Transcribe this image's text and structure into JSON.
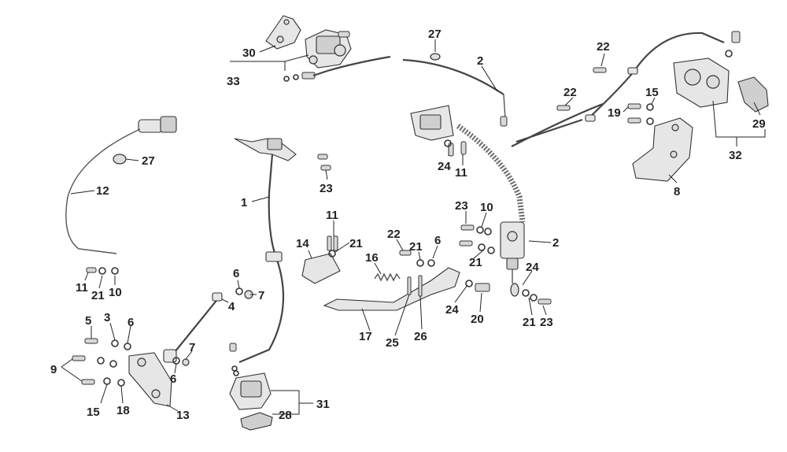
{
  "callouts": [
    {
      "id": "lbl-30",
      "text": "30"
    },
    {
      "id": "lbl-33",
      "text": "33"
    },
    {
      "id": "lbl-27a",
      "text": "27"
    },
    {
      "id": "lbl-2a",
      "text": "2"
    },
    {
      "id": "lbl-22a",
      "text": "22"
    },
    {
      "id": "lbl-22b",
      "text": "22"
    },
    {
      "id": "lbl-15a",
      "text": "15"
    },
    {
      "id": "lbl-19",
      "text": "19"
    },
    {
      "id": "lbl-29",
      "text": "29"
    },
    {
      "id": "lbl-32",
      "text": "32"
    },
    {
      "id": "lbl-8",
      "text": "8"
    },
    {
      "id": "lbl-27b",
      "text": "27"
    },
    {
      "id": "lbl-12",
      "text": "12"
    },
    {
      "id": "lbl-1",
      "text": "1"
    },
    {
      "id": "lbl-23a",
      "text": "23"
    },
    {
      "id": "lbl-24a",
      "text": "24"
    },
    {
      "id": "lbl-11a",
      "text": "11"
    },
    {
      "id": "lbl-11b",
      "text": "11"
    },
    {
      "id": "lbl-21a",
      "text": "21"
    },
    {
      "id": "lbl-14",
      "text": "14"
    },
    {
      "id": "lbl-16",
      "text": "16"
    },
    {
      "id": "lbl-22c",
      "text": "22"
    },
    {
      "id": "lbl-21b",
      "text": "21"
    },
    {
      "id": "lbl-6a",
      "text": "6"
    },
    {
      "id": "lbl-23b",
      "text": "23"
    },
    {
      "id": "lbl-10a",
      "text": "10"
    },
    {
      "id": "lbl-2b",
      "text": "2"
    },
    {
      "id": "lbl-21c",
      "text": "21"
    },
    {
      "id": "lbl-24b",
      "text": "24"
    },
    {
      "id": "lbl-24c",
      "text": "24"
    },
    {
      "id": "lbl-20",
      "text": "20"
    },
    {
      "id": "lbl-21d",
      "text": "21"
    },
    {
      "id": "lbl-23c",
      "text": "23"
    },
    {
      "id": "lbl-17",
      "text": "17"
    },
    {
      "id": "lbl-25",
      "text": "25"
    },
    {
      "id": "lbl-26",
      "text": "26"
    },
    {
      "id": "lbl-11c",
      "text": "11"
    },
    {
      "id": "lbl-21e",
      "text": "21"
    },
    {
      "id": "lbl-10b",
      "text": "10"
    },
    {
      "id": "lbl-6b",
      "text": "6"
    },
    {
      "id": "lbl-7a",
      "text": "7"
    },
    {
      "id": "lbl-4",
      "text": "4"
    },
    {
      "id": "lbl-5",
      "text": "5"
    },
    {
      "id": "lbl-3",
      "text": "3"
    },
    {
      "id": "lbl-6c",
      "text": "6"
    },
    {
      "id": "lbl-9",
      "text": "9"
    },
    {
      "id": "lbl-7b",
      "text": "7"
    },
    {
      "id": "lbl-6d",
      "text": "6"
    },
    {
      "id": "lbl-15b",
      "text": "15"
    },
    {
      "id": "lbl-18",
      "text": "18"
    },
    {
      "id": "lbl-13",
      "text": "13"
    },
    {
      "id": "lbl-28",
      "text": "28"
    },
    {
      "id": "lbl-31",
      "text": "31"
    }
  ]
}
